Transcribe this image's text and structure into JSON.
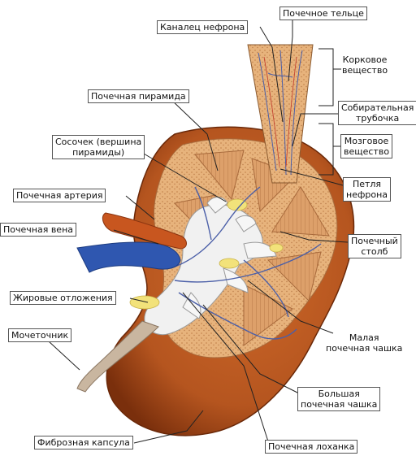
{
  "labels": {
    "renal_corpuscle": "Почечное тельце",
    "nephron_tubule": "Каналец нефрона",
    "cortex": [
      "Корковое",
      "вещество"
    ],
    "collecting_duct": [
      "Собирательная",
      "трубочка"
    ],
    "renal_pyramid": "Почечная пирамида",
    "papilla": [
      "Сосочек (вершина",
      "пирамиды)"
    ],
    "medulla": [
      "Мозговое",
      "вещество"
    ],
    "nephron_loop": [
      "Петля",
      "нефрона"
    ],
    "renal_artery": "Почечная артерия",
    "renal_vein": "Почечная вена",
    "renal_column": [
      "Почечный",
      "столб"
    ],
    "fat_deposits": "Жировые отложения",
    "minor_calyx": [
      "Малая",
      "почечная чашка"
    ],
    "ureter": "Мочеточник",
    "major_calyx": [
      "Большая",
      "почечная чашка"
    ],
    "fibrous_capsule": "Фиброзная капсула",
    "renal_pelvis": "Почечная лоханка"
  },
  "colors": {
    "capsule": "#b5551f",
    "capsule_dark": "#7a2f0c",
    "cortex": "#e9b680",
    "medulla": "#d9965a",
    "pelvis": "#f1f1f1",
    "vein": "#2f57b0",
    "artery": "#c8561f",
    "fat": "#f2e27a",
    "vessel": "#4b5fa8",
    "leader": "#222222"
  }
}
